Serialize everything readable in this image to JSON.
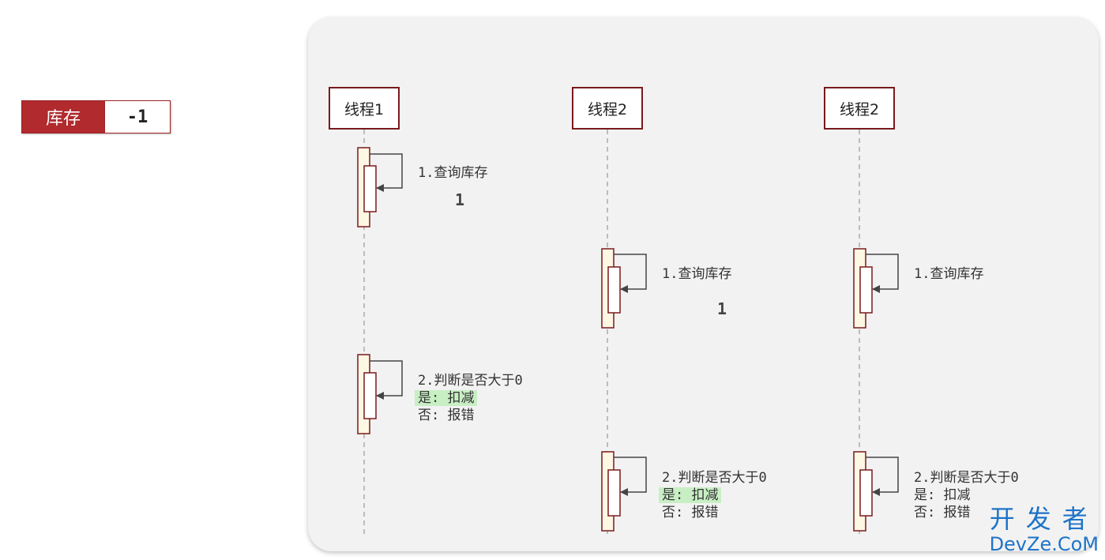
{
  "stock": {
    "label": "库存",
    "value": "-1"
  },
  "threads": [
    {
      "name": "线程1"
    },
    {
      "name": "线程2"
    },
    {
      "name": "线程2"
    }
  ],
  "steps": {
    "query": "1.查询库存",
    "judge": "2.判断是否大于0",
    "yes": "是: 扣减",
    "no": "否: 报错"
  },
  "results": {
    "thread1_query": "1",
    "thread2_query": "1"
  },
  "watermark": {
    "top": "开发者",
    "bottom": "DevZe.CoM"
  },
  "colors": {
    "accent_red": "#b02a2e",
    "activation_fill": "#fdf7e3",
    "highlight_green": "#c8efc4",
    "panel_bg": "#f2f2f2"
  }
}
